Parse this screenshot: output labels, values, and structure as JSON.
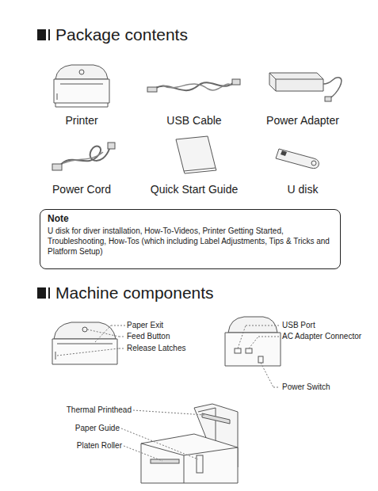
{
  "diagram": {
    "nodes": [
      {
        "text": [
          "Note",
          "U disk for diver installation, How-To-Videos, Printer Getting Started, Troubleshooting, How-Tos (which including Label Adjustments, Tips & Tricks and Platform Setup)"
        ]
      }
    ],
    "labels": [
      "Package contents",
      "Printer",
      "USB Cable",
      "Power Adapter",
      "Power Cord",
      "Quick Start Guide",
      "U disk",
      "Machine components",
      "Paper Exit",
      "Feed Button",
      "Release Latches",
      "USB Port",
      "AC Adapter Connector",
      "Power Switch",
      "Thermal Printhead",
      "Paper Guide",
      "Platen Roller"
    ]
  }
}
